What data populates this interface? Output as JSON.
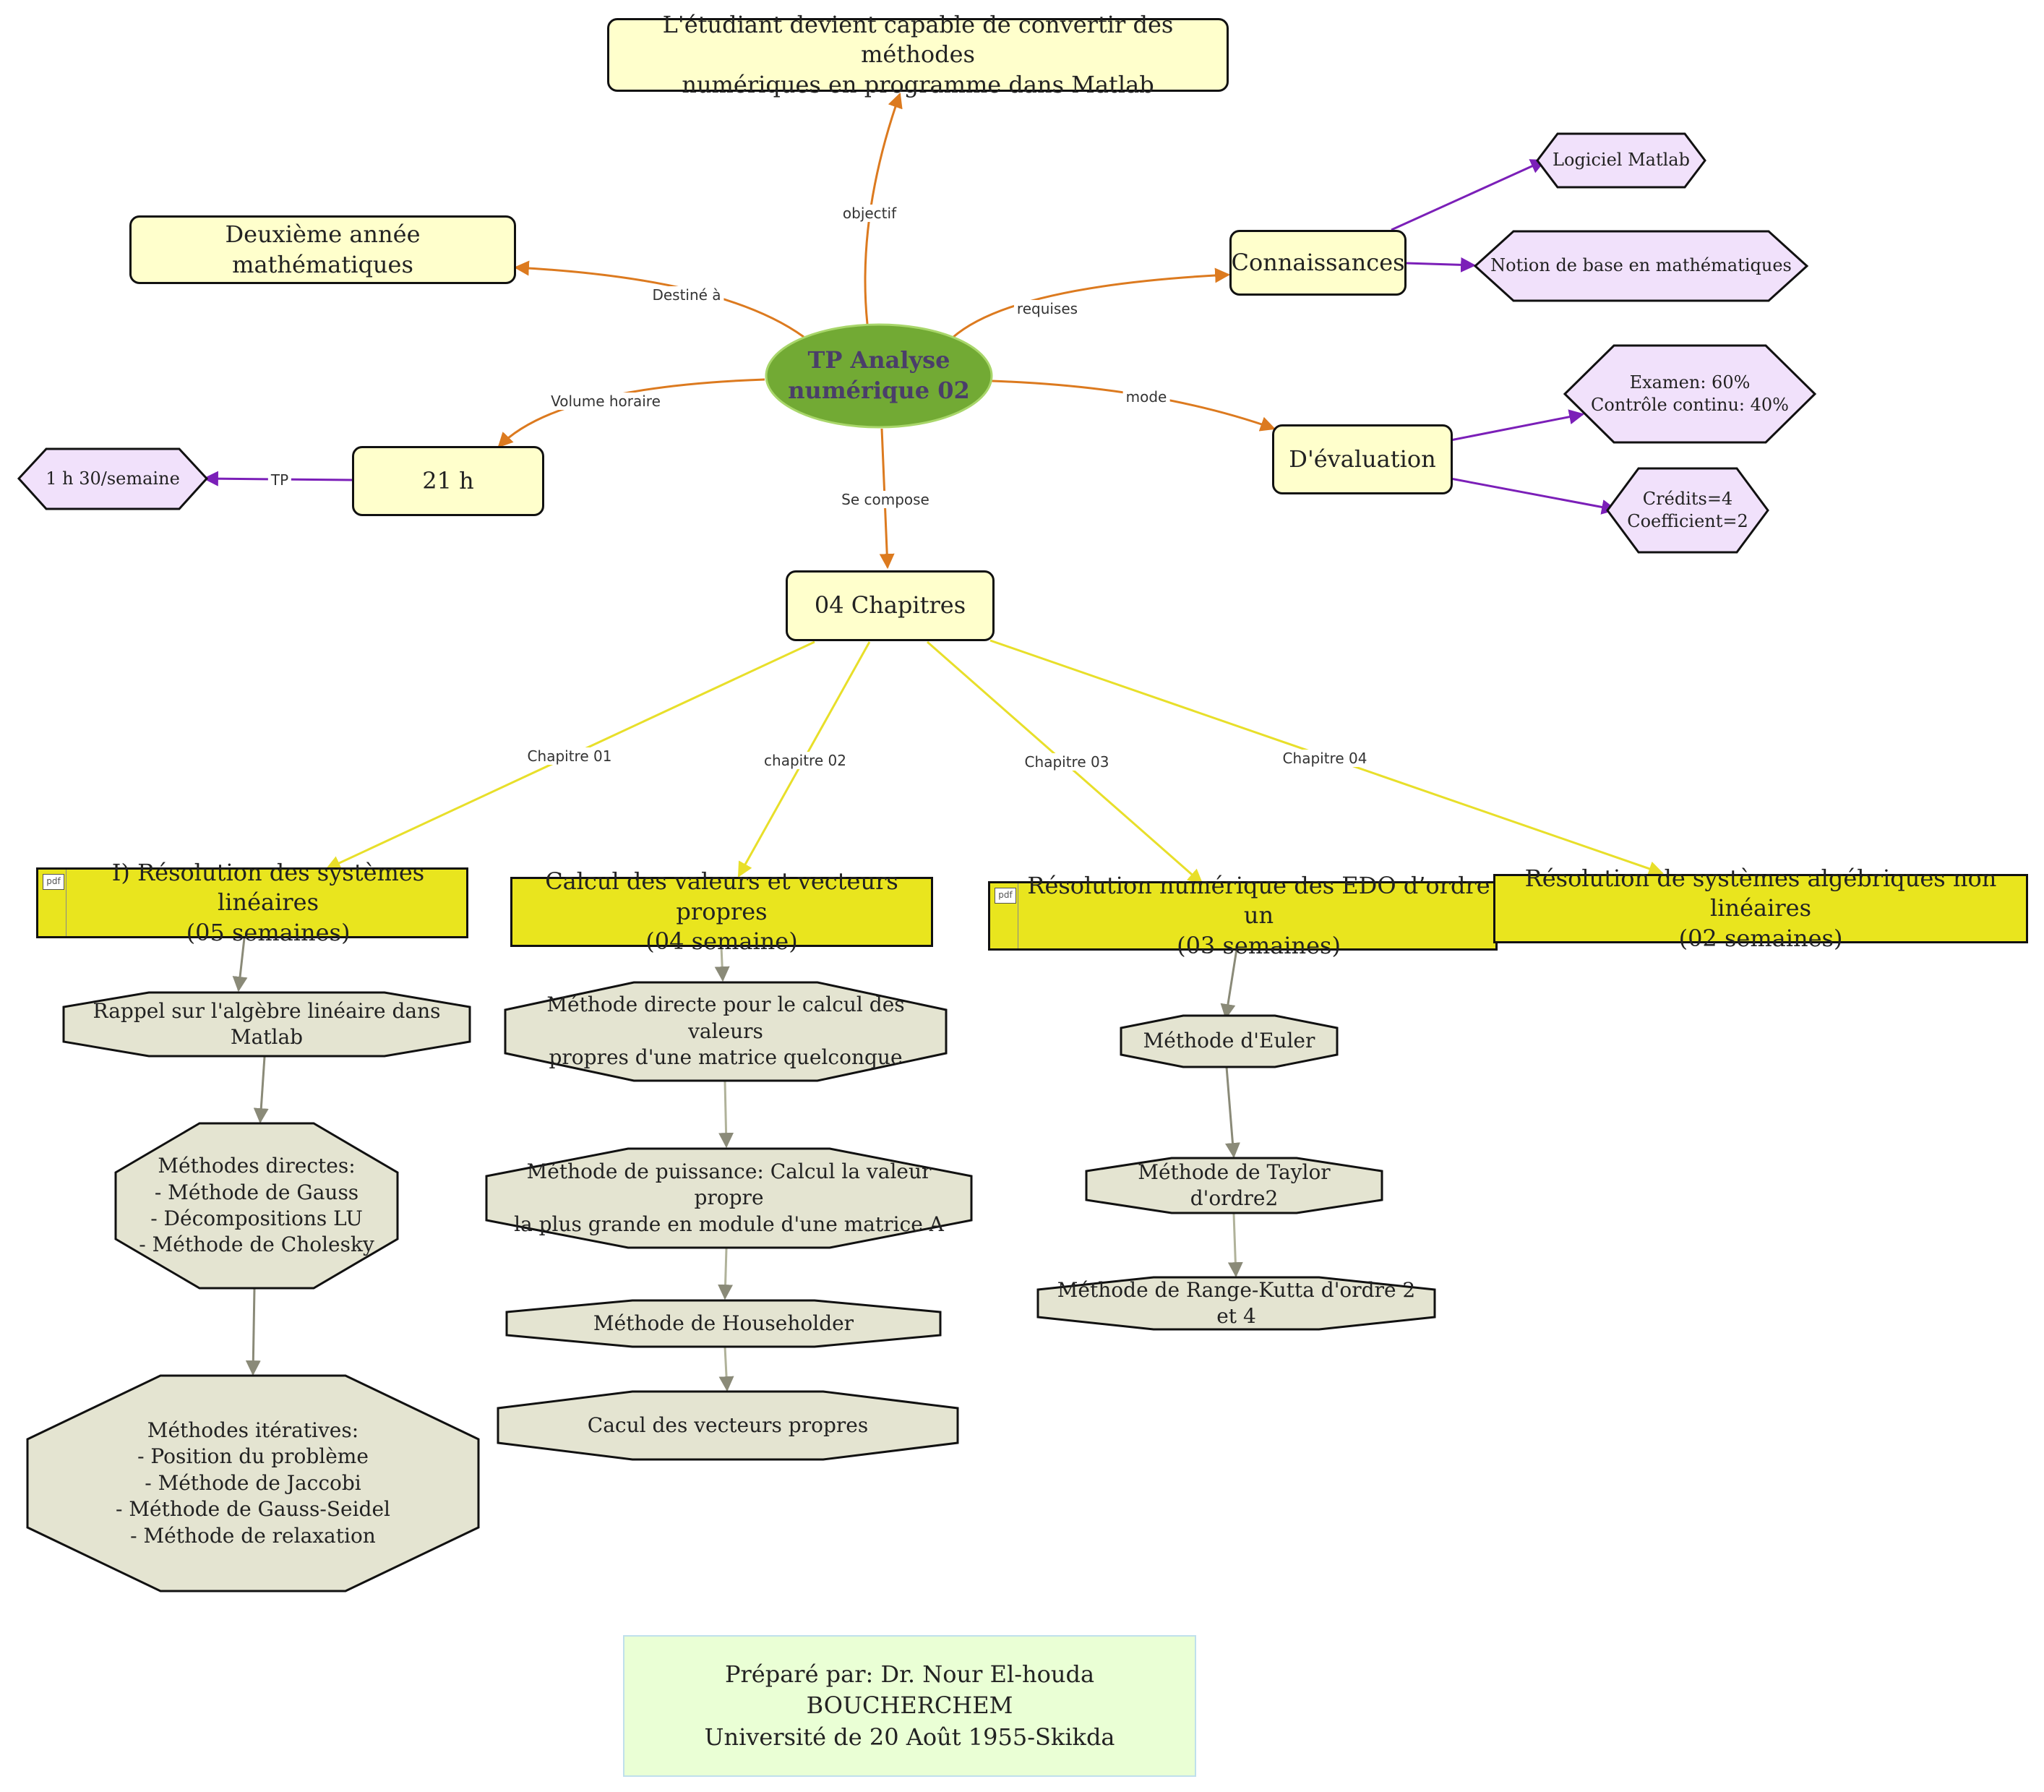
{
  "colors": {
    "orange_edge": "#dc7a1f",
    "purple_edge": "#7b1fb8",
    "yellow_edge": "#e8df2a",
    "gray_edge": "#8a8a78",
    "center_fill": "#72aa34",
    "yellow_node": "#ffffcc",
    "chapter_fill": "#e9e51e",
    "octagon_fill": "#e4e4d1",
    "hexagon_fill": "#f1e1fb",
    "footer_fill": "#eaffd5"
  },
  "center": {
    "text": "TP Analyse\nnumérique 02"
  },
  "nodes": {
    "objective": "L'étudiant devient capable de convertir des méthodes\nnumériques en programme dans Matlab",
    "audience": "Deuxième année mathématiques",
    "knowledge": "Connaissances",
    "hours": "21 h",
    "evaluation": "D'évaluation",
    "chapters": "04 Chapitres"
  },
  "hexagons": {
    "matlab": "Logiciel Matlab",
    "math_basics": "Notion de base en mathématiques",
    "weekly": "1 h 30/semaine",
    "exam": "Examen: 60%\nContrôle continu: 40%",
    "credits": "Crédits=4\nCoefficient=2"
  },
  "edge_labels": {
    "objectif": "objectif",
    "destine": "Destiné à",
    "requises": "requises",
    "volume": "Volume horaire",
    "mode": "mode",
    "tp": "TP",
    "compose": "Se compose",
    "ch01": "Chapitre 01",
    "ch02": "chapitre 02",
    "ch03": "Chapitre 03",
    "ch04": "Chapitre 04"
  },
  "chapter_titles": {
    "ch1": "I)  Résolution des systèmes linéaires\n(05 semaines)",
    "ch2": "Calcul  des valeurs et vecteurs propres\n(04 semaine)",
    "ch3": "Résolution numérique  des EDO d’ordre un\n(03 semaines)",
    "ch4": "Résolution de systèmes algébriques non linéaires\n(02 semaines)"
  },
  "methods": {
    "ch1": [
      "Rappel sur l'algèbre linéaire dans Matlab",
      "Méthodes directes:\n- Méthode de Gauss\n- Décompositions LU\n- Méthode de Cholesky",
      "Méthodes itératives:\n- Position du problème\n- Méthode de Jaccobi\n- Méthode de Gauss-Seidel\n- Méthode de relaxation"
    ],
    "ch2": [
      "Méthode directe pour le calcul des valeurs\npropres d'une matrice quelconque",
      "Méthode de puissance: Calcul la valeur propre\nla plus grande en module d'une matrice A",
      "Méthode de Householder",
      "Cacul des vecteurs propres"
    ],
    "ch3": [
      "Méthode d'Euler",
      "Méthode de Taylor d'ordre2",
      "Méthode de Range-Kutta d'ordre 2 et 4"
    ]
  },
  "footer": "Préparé par: Dr. Nour El-houda BOUCHERCHEM\nUniversité de 20 Août 1955-Skikda"
}
